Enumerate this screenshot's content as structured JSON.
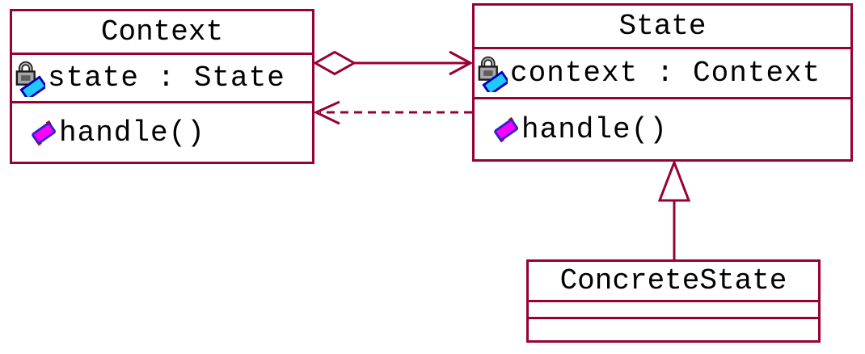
{
  "diagram": {
    "kind": "uml-class-diagram",
    "pattern": "State"
  },
  "colors": {
    "line": "#990033",
    "text": "#000000",
    "background": "#ffffff",
    "attribute_book": "#1FC8FF",
    "operation_book": "#FF00FF",
    "book_border": "#0000B8",
    "lock_gray": "#A8A8A8",
    "corner_dot_red": "#C00000"
  },
  "icons": {
    "private_attribute": "lock-icon over cyan book-icon",
    "public_operation": "magenta book-icon"
  },
  "classes": [
    {
      "name": "Context",
      "attributes": [
        "state : State"
      ],
      "operations": [
        "handle()"
      ]
    },
    {
      "name": "State",
      "attributes": [
        "context : Context"
      ],
      "operations": [
        "handle()"
      ]
    },
    {
      "name": "ConcreteState",
      "attributes": [],
      "operations": []
    }
  ],
  "relationships": [
    {
      "type": "aggregation",
      "from": "Context",
      "to": "State",
      "line_style": "solid",
      "markers": "open diamond at Context, open arrowhead at State"
    },
    {
      "type": "dependency",
      "from": "State",
      "to": "Context",
      "line_style": "dashed",
      "markers": "open arrowhead at Context"
    },
    {
      "type": "generalization",
      "from": "ConcreteState",
      "to": "State",
      "line_style": "solid",
      "markers": "hollow triangle at State"
    }
  ]
}
